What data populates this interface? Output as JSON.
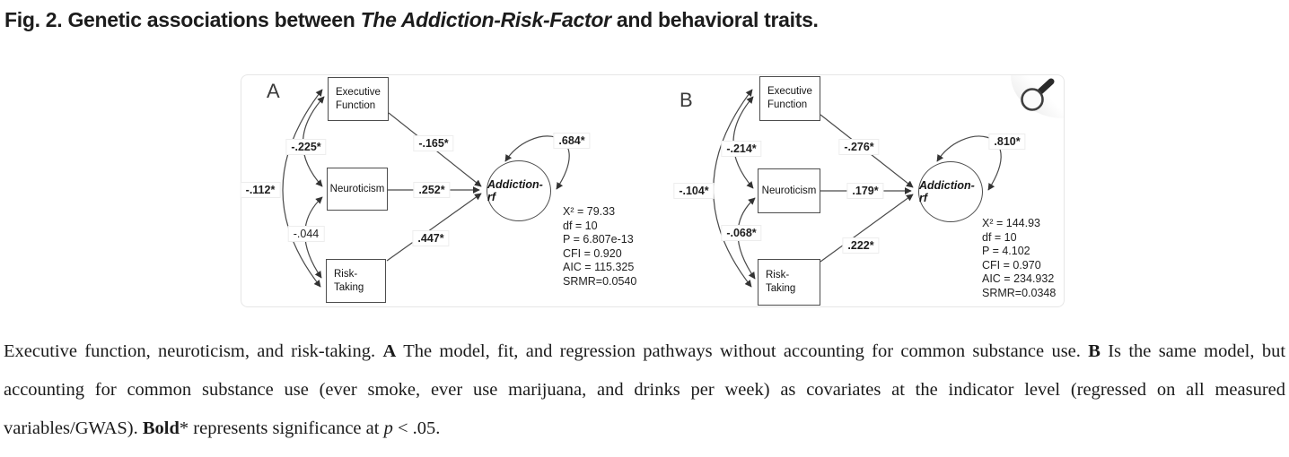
{
  "title": {
    "prefix": "Fig. 2. Genetic associations between ",
    "emphasis": "The Addiction-Risk-Factor",
    "suffix": " and behavioral traits."
  },
  "figure": {
    "panels": [
      {
        "label": "A",
        "boxes": {
          "executive_line1": "Executive",
          "executive_line2": "Function",
          "neuroticism": "Neuroticism",
          "risk_line1": "Risk-",
          "risk_line2": "Taking"
        },
        "latent": "Addiction-rf",
        "coefficients": {
          "executive_to_latent": "-.165*",
          "neuroticism_to_latent": ".252*",
          "risk_to_latent": ".447*",
          "executive_neuroticism": "-.225*",
          "executive_risk": "-.112*",
          "neuroticism_risk": "-.044",
          "latent_residual": ".684*"
        },
        "fit": [
          "X² = 79.33",
          "df = 10",
          "P = 6.807e-13",
          "CFI = 0.920",
          "AIC = 115.325",
          "SRMR=0.0540"
        ]
      },
      {
        "label": "B",
        "boxes": {
          "executive_line1": "Executive",
          "executive_line2": "Function",
          "neuroticism": "Neuroticism",
          "risk_line1": "Risk-",
          "risk_line2": "Taking"
        },
        "latent": "Addiction-rf",
        "coefficients": {
          "executive_to_latent": "-.276*",
          "neuroticism_to_latent": ".179*",
          "risk_to_latent": ".222*",
          "executive_neuroticism": "-.214*",
          "executive_risk": "-.104*",
          "neuroticism_risk": "-.068*",
          "latent_residual": ".810*"
        },
        "fit": [
          "X² = 144.93",
          "df = 10",
          "P = 4.102",
          "CFI = 0.970",
          "AIC = 234.932",
          "SRMR=0.0348"
        ]
      }
    ]
  },
  "caption": {
    "part1": "Executive function, neuroticism, and risk-taking. ",
    "label_a": "A",
    "part2": " The model, fit, and regression pathways without accounting for common substance use. ",
    "label_b": "B",
    "part3": " Is the same model, but accounting for common substance use (ever smoke, ever use marijuana, and drinks per week) as covariates at the indicator level (regressed on all measured variables/GWAS). ",
    "bold_note": "Bold",
    "part4": "* represents significance at ",
    "p_symbol": "p",
    "part5": " < .05."
  }
}
